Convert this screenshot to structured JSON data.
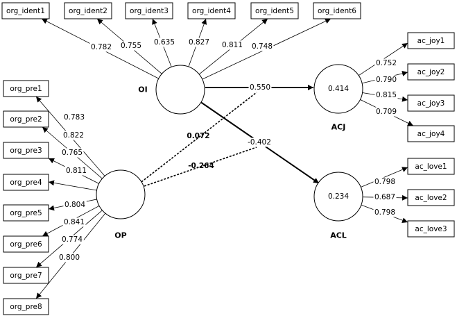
{
  "latents": [
    {
      "id": "OI",
      "name": "OI",
      "r2": ""
    },
    {
      "id": "OP",
      "name": "OP",
      "r2": ""
    },
    {
      "id": "ACJ",
      "name": "ACJ",
      "r2": "0.414"
    },
    {
      "id": "ACL",
      "name": "ACL",
      "r2": "0.234"
    }
  ],
  "indicators": [
    {
      "id": "org_ident1",
      "label": "org_ident1"
    },
    {
      "id": "org_ident2",
      "label": "org_ident2"
    },
    {
      "id": "org_ident3",
      "label": "org_ident3"
    },
    {
      "id": "org_ident4",
      "label": "org_ident4"
    },
    {
      "id": "org_ident5",
      "label": "org_ident5"
    },
    {
      "id": "org_ident6",
      "label": "org_ident6"
    },
    {
      "id": "org_pre1",
      "label": "org_pre1"
    },
    {
      "id": "org_pre2",
      "label": "org_pre2"
    },
    {
      "id": "org_pre3",
      "label": "org_pre3"
    },
    {
      "id": "org_pre4",
      "label": "org_pre4"
    },
    {
      "id": "org_pre5",
      "label": "org_pre5"
    },
    {
      "id": "org_pre6",
      "label": "org_pre6"
    },
    {
      "id": "org_pre7",
      "label": "org_pre7"
    },
    {
      "id": "org_pre8",
      "label": "org_pre8"
    },
    {
      "id": "ac_joy1",
      "label": "ac_joy1"
    },
    {
      "id": "ac_joy2",
      "label": "ac_joy2"
    },
    {
      "id": "ac_joy3",
      "label": "ac_joy3"
    },
    {
      "id": "ac_joy4",
      "label": "ac_joy4"
    },
    {
      "id": "ac_love1",
      "label": "ac_love1"
    },
    {
      "id": "ac_love2",
      "label": "ac_love2"
    },
    {
      "id": "ac_love3",
      "label": "ac_love3"
    }
  ],
  "loadings": [
    {
      "latent": "OI",
      "indicator": "org_ident1",
      "value": "0.782"
    },
    {
      "latent": "OI",
      "indicator": "org_ident2",
      "value": "0.755"
    },
    {
      "latent": "OI",
      "indicator": "org_ident3",
      "value": "0.635"
    },
    {
      "latent": "OI",
      "indicator": "org_ident4",
      "value": "0.827"
    },
    {
      "latent": "OI",
      "indicator": "org_ident5",
      "value": "0.811"
    },
    {
      "latent": "OI",
      "indicator": "org_ident6",
      "value": "0.748"
    },
    {
      "latent": "OP",
      "indicator": "org_pre1",
      "value": "0.783"
    },
    {
      "latent": "OP",
      "indicator": "org_pre2",
      "value": "0.822"
    },
    {
      "latent": "OP",
      "indicator": "org_pre3",
      "value": "0.765"
    },
    {
      "latent": "OP",
      "indicator": "org_pre4",
      "value": "0.811"
    },
    {
      "latent": "OP",
      "indicator": "org_pre5",
      "value": "0.804"
    },
    {
      "latent": "OP",
      "indicator": "org_pre6",
      "value": "0.841"
    },
    {
      "latent": "OP",
      "indicator": "org_pre7",
      "value": "0.774"
    },
    {
      "latent": "OP",
      "indicator": "org_pre8",
      "value": "0.800"
    },
    {
      "latent": "ACJ",
      "indicator": "ac_joy1",
      "value": "0.752"
    },
    {
      "latent": "ACJ",
      "indicator": "ac_joy2",
      "value": "0.790"
    },
    {
      "latent": "ACJ",
      "indicator": "ac_joy3",
      "value": "0.815"
    },
    {
      "latent": "ACJ",
      "indicator": "ac_joy4",
      "value": "0.709"
    },
    {
      "latent": "ACL",
      "indicator": "ac_love1",
      "value": "0.798"
    },
    {
      "latent": "ACL",
      "indicator": "ac_love2",
      "value": "0.687"
    },
    {
      "latent": "ACL",
      "indicator": "ac_love3",
      "value": "0.798"
    }
  ],
  "paths": [
    {
      "from": "OI",
      "to": "ACJ",
      "value": "0.550",
      "style": "solid"
    },
    {
      "from": "OI",
      "to": "ACL",
      "value": "-0.402",
      "style": "solid"
    },
    {
      "from": "OP",
      "to": "ACJ",
      "value": "0.072",
      "style": "dashed"
    },
    {
      "from": "OP",
      "to": "ACL",
      "value": "-0.264",
      "style": "dashed"
    }
  ]
}
